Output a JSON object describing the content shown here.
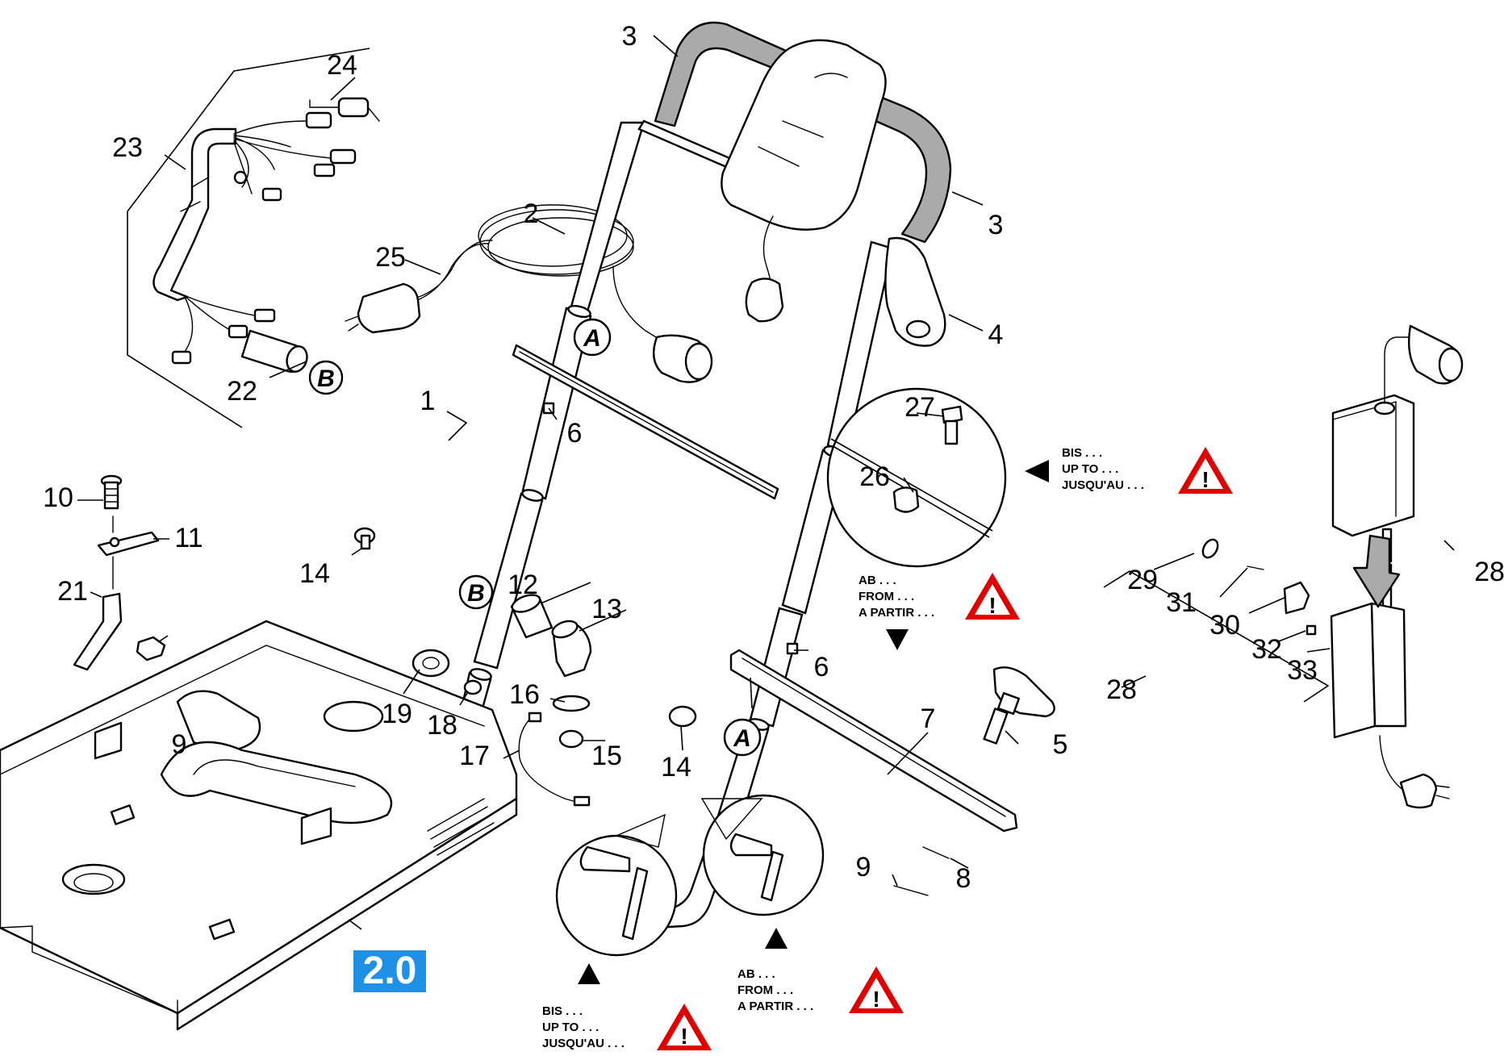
{
  "diagram": {
    "version_badge": "2.0",
    "colors": {
      "badge": "#1e90e6",
      "warning": "#e00000",
      "grip": "#aaaaaa"
    },
    "part_labels": [
      "1",
      "2",
      "3",
      "3",
      "4",
      "5",
      "6",
      "6",
      "7",
      "8",
      "9",
      "9",
      "10",
      "11",
      "12",
      "13",
      "14",
      "14",
      "15",
      "16",
      "17",
      "18",
      "19",
      "21",
      "22",
      "23",
      "24",
      "25",
      "26",
      "27",
      "28",
      "28",
      "29",
      "30",
      "31",
      "32",
      "33"
    ],
    "callouts": {
      "A_top": "A",
      "A_bottom": "A",
      "B_left": "B",
      "B_mid": "B"
    },
    "notes": {
      "up_to_right": [
        "BIS . . .",
        "UP TO . . .",
        "JUSQU'AU . . ."
      ],
      "from_mid": [
        "AB . . .",
        "FROM . . .",
        "A PARTIR . . ."
      ],
      "up_to_bottom": [
        "BIS . . .",
        "UP TO . . .",
        "JUSQU'AU . . ."
      ],
      "from_bottom": [
        "AB . . .",
        "FROM . . .",
        "A PARTIR . . ."
      ]
    },
    "warning_symbol": "!"
  }
}
